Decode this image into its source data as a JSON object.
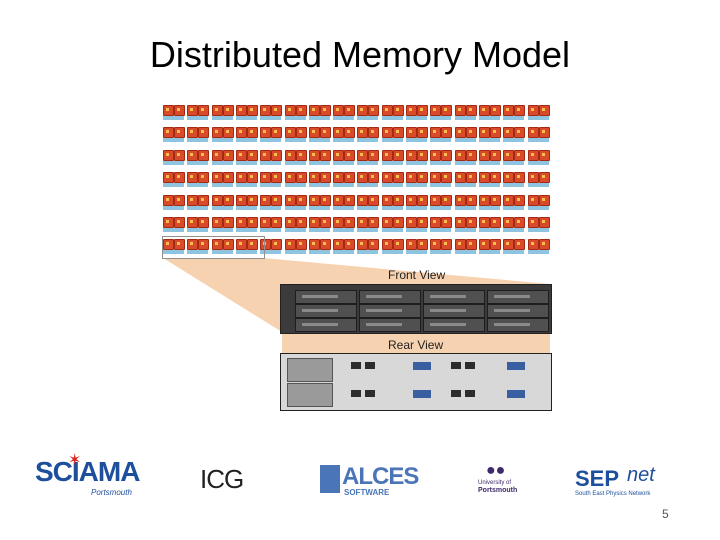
{
  "slide": {
    "title": "Distributed Memory Model",
    "page_number": "5"
  },
  "diagram": {
    "front_view_label": "Front View",
    "rear_view_label": "Rear View",
    "node_rows": 7,
    "node_cols": 16
  },
  "logos": {
    "sciama": {
      "main": "SCIAMA",
      "sub": "Portsmouth"
    },
    "icg": {
      "main": "ICG"
    },
    "alces": {
      "main": "ALCES",
      "sub": "SOFTWARE"
    },
    "portsmouth": {
      "main": "University of",
      "sub": "Portsmouth"
    },
    "sepnet": {
      "main": "SEP",
      "accent": "net",
      "sub": "South East Physics Network"
    }
  },
  "colors": {
    "node_red": "#d94a2a",
    "node_blue": "#8fc4e0",
    "wedge": "#f7d2b0",
    "sciama_blue": "#1d4f9c",
    "sciama_red": "#d42a20",
    "portsmouth_purple": "#3d2a6b"
  }
}
